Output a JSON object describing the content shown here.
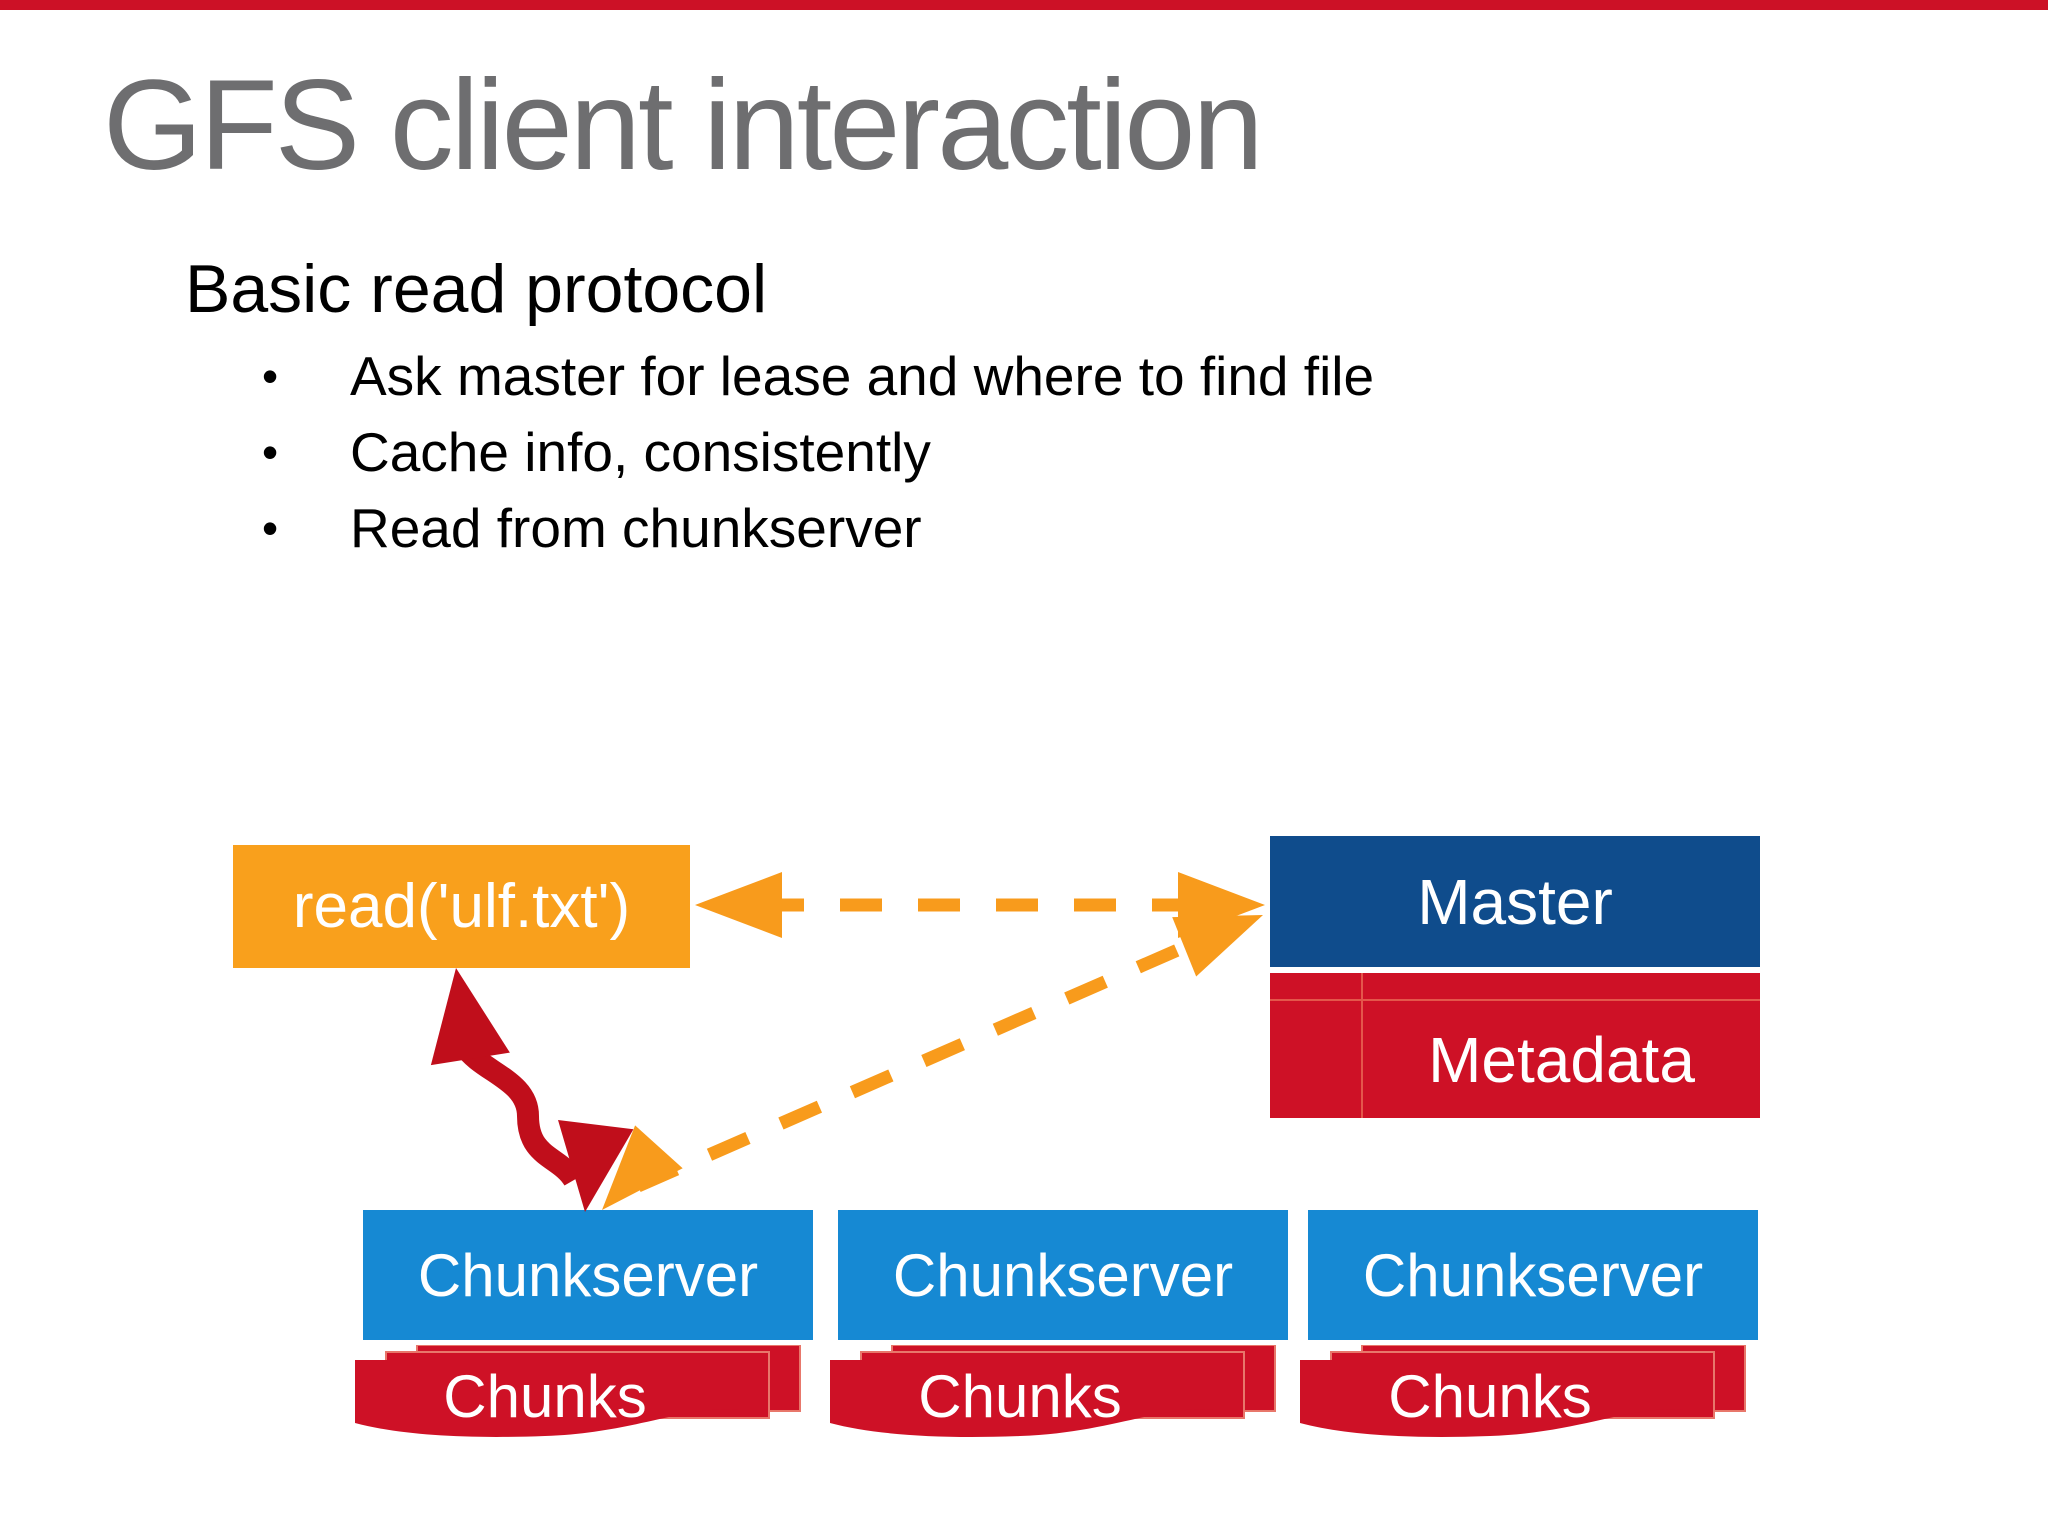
{
  "slide": {
    "title": "GFS client interaction",
    "heading": "Basic read protocol",
    "bullet_char": "•",
    "bullets": [
      "Ask master for lease and where to find file",
      "Cache info, consistently",
      "Read from chunkserver"
    ]
  },
  "diagram": {
    "read_box_label": "read('ulf.txt')",
    "master_label": "Master",
    "metadata_label": "Metadata",
    "chunkservers": [
      "Chunkserver",
      "Chunkserver",
      "Chunkserver"
    ],
    "chunks": [
      "Chunks",
      "Chunks",
      "Chunks"
    ],
    "colors": {
      "client_orange": "#F9A01C",
      "dashed_arrow_orange": "#F89B1C",
      "master_navy": "#0F4C8C",
      "metadata_red": "#CE1126",
      "metadata_divider": "#E4574B",
      "chunkserver_blue": "#1689D3",
      "data_arrow_red": "#C00E1B",
      "title_gray": "#6E6E70",
      "top_strip_red": "#CC1126"
    }
  }
}
